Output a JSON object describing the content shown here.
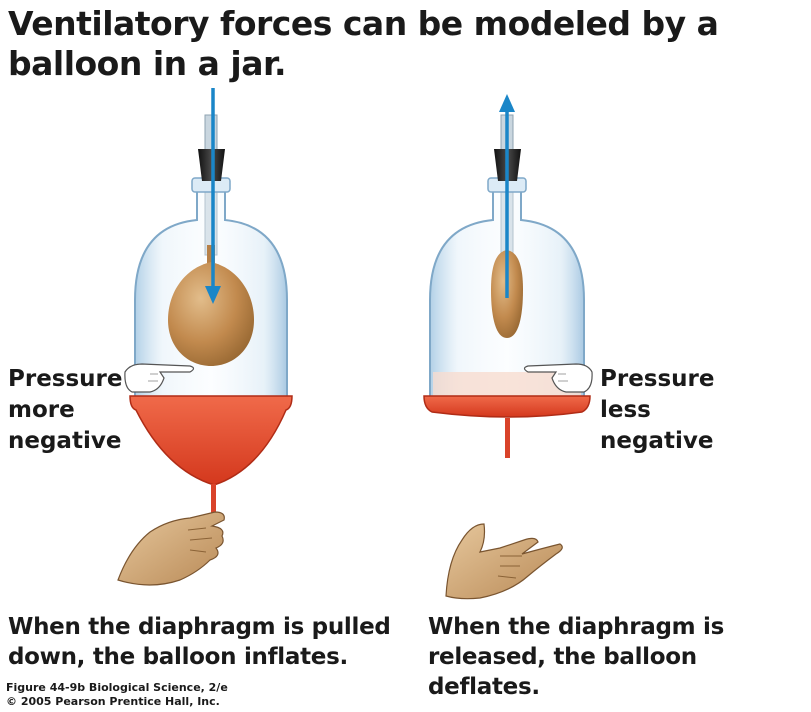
{
  "title": "Ventilatory forces can be modeled by a balloon in a jar.",
  "left_label": {
    "line1": "Pressure",
    "line2": "more",
    "line3": "negative"
  },
  "right_label": {
    "line1": "Pressure",
    "line2": "less",
    "line3": "negative"
  },
  "left_caption": {
    "line1": "When the diaphragm is pulled",
    "line2": "down, the balloon inflates."
  },
  "right_caption": {
    "line1": "When the diaphragm is",
    "line2": "released, the balloon deflates."
  },
  "credit": {
    "line1": "Figure 44-9b  Biological Science, 2/e",
    "line2": "© 2005 Pearson Prentice Hall, Inc."
  },
  "colors": {
    "arrow": "#1a86c8",
    "diaphragm": "#e0442b",
    "balloon": "#c8955a",
    "jar": "#cfe3f1"
  },
  "icons": [
    "down-arrow-icon",
    "up-arrow-icon",
    "pointing-hand-icon",
    "pulling-hand-icon",
    "open-hand-icon"
  ]
}
